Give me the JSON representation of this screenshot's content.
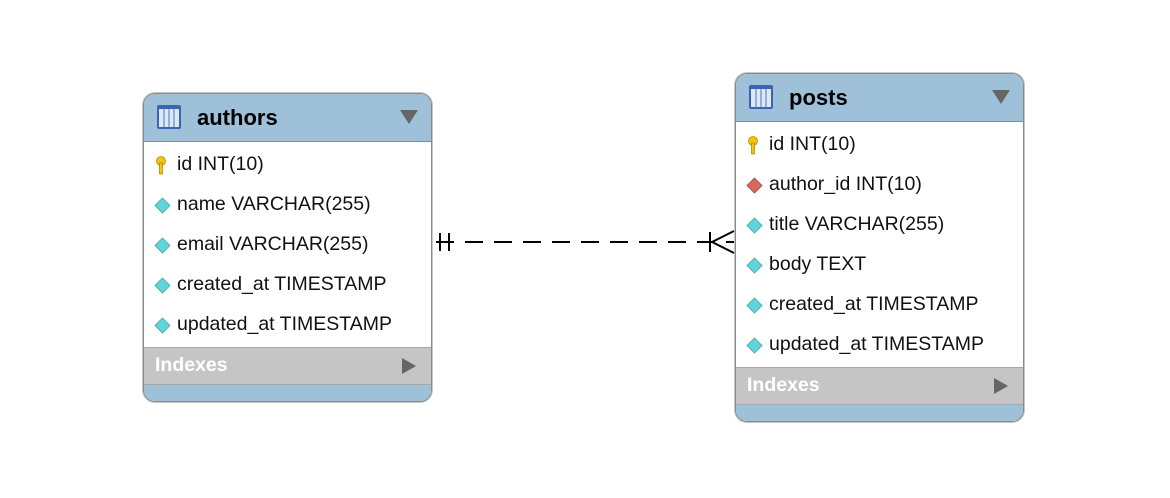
{
  "tables": {
    "authors": {
      "name": "authors",
      "columns": [
        {
          "text": "id INT(10)",
          "icon": "primary-key-icon"
        },
        {
          "text": "name VARCHAR(255)",
          "icon": "column-icon"
        },
        {
          "text": "email VARCHAR(255)",
          "icon": "column-icon"
        },
        {
          "text": "created_at TIMESTAMP",
          "icon": "column-icon"
        },
        {
          "text": "updated_at TIMESTAMP",
          "icon": "column-icon"
        }
      ],
      "indexes_label": "Indexes"
    },
    "posts": {
      "name": "posts",
      "columns": [
        {
          "text": "id INT(10)",
          "icon": "primary-key-icon"
        },
        {
          "text": "author_id INT(10)",
          "icon": "foreign-key-icon"
        },
        {
          "text": "title VARCHAR(255)",
          "icon": "column-icon"
        },
        {
          "text": "body TEXT",
          "icon": "column-icon"
        },
        {
          "text": "created_at TIMESTAMP",
          "icon": "column-icon"
        },
        {
          "text": "updated_at TIMESTAMP",
          "icon": "column-icon"
        }
      ],
      "indexes_label": "Indexes"
    }
  },
  "relationship": {
    "from": "authors",
    "to": "posts",
    "from_cardinality": "one-and-only-one",
    "to_cardinality": "one-to-many",
    "line_style": "dashed"
  },
  "colors": {
    "header_blue": "#9ec1d9",
    "indexes_gray": "#c5c5c5",
    "primary_key": "#f2c40f",
    "foreign_key": "#d9685c",
    "column": "#62d3d9"
  }
}
